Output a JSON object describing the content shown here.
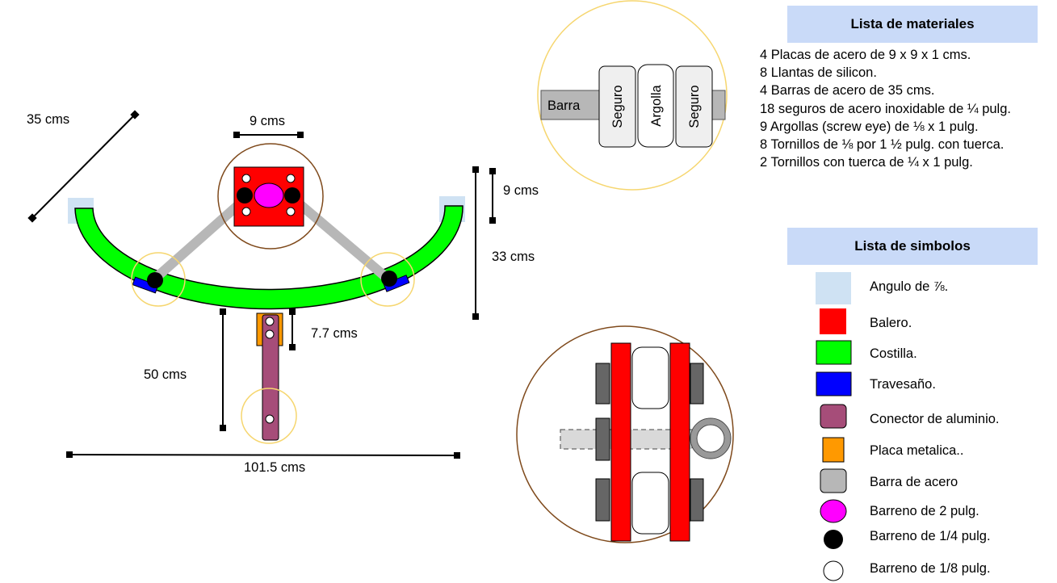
{
  "dimensions": {
    "bar_length": "35 cms",
    "plate_width": "9 cms",
    "plate_height": "9 cms",
    "total_height": "33 cms",
    "plate_metal": "7.7 cms",
    "connector_length": "50 cms",
    "total_width": "101.5 cms"
  },
  "detail_top": {
    "barra": "Barra",
    "seguro_left": "Seguro",
    "argolla": "Argolla",
    "seguro_right": "Seguro"
  },
  "materials": {
    "title": "Lista de materiales",
    "items": [
      "4 Placas de acero de 9 x 9 x 1 cms.",
      "8 Llantas de silicon.",
      "4 Barras de acero de 35 cms.",
      "18 seguros de acero inoxidable de ¼ pulg.",
      "9 Argollas (screw eye) de ⅛ x 1 pulg.",
      "8 Tornillos de ⅛ por 1 ½ pulg. con tuerca.",
      "2 Tornillos con tuerca de ¼ x 1 pulg."
    ]
  },
  "symbols": {
    "title": "Lista de simbolos",
    "items": [
      {
        "label": "Angulo de ⅞.",
        "color": "#cfe2f3"
      },
      {
        "label": "Balero.",
        "color": "#ff0000"
      },
      {
        "label": "Costilla.",
        "color": "#00ff00"
      },
      {
        "label": "Travesaño.",
        "color": "#0000ff"
      },
      {
        "label": "Conector de aluminio.",
        "color": "#a64d79"
      },
      {
        "label": "Placa metalica..",
        "color": "#ff9900"
      },
      {
        "label": "Barra de acero",
        "color": "#b7b7b7"
      },
      {
        "label": "Barreno de 2 pulg.",
        "color": "#ff00ff"
      },
      {
        "label": "Barreno de 1/4 pulg.",
        "color": "#000000"
      },
      {
        "label": "Barreno de 1/8 pulg.",
        "color": "#ffffff"
      }
    ]
  }
}
